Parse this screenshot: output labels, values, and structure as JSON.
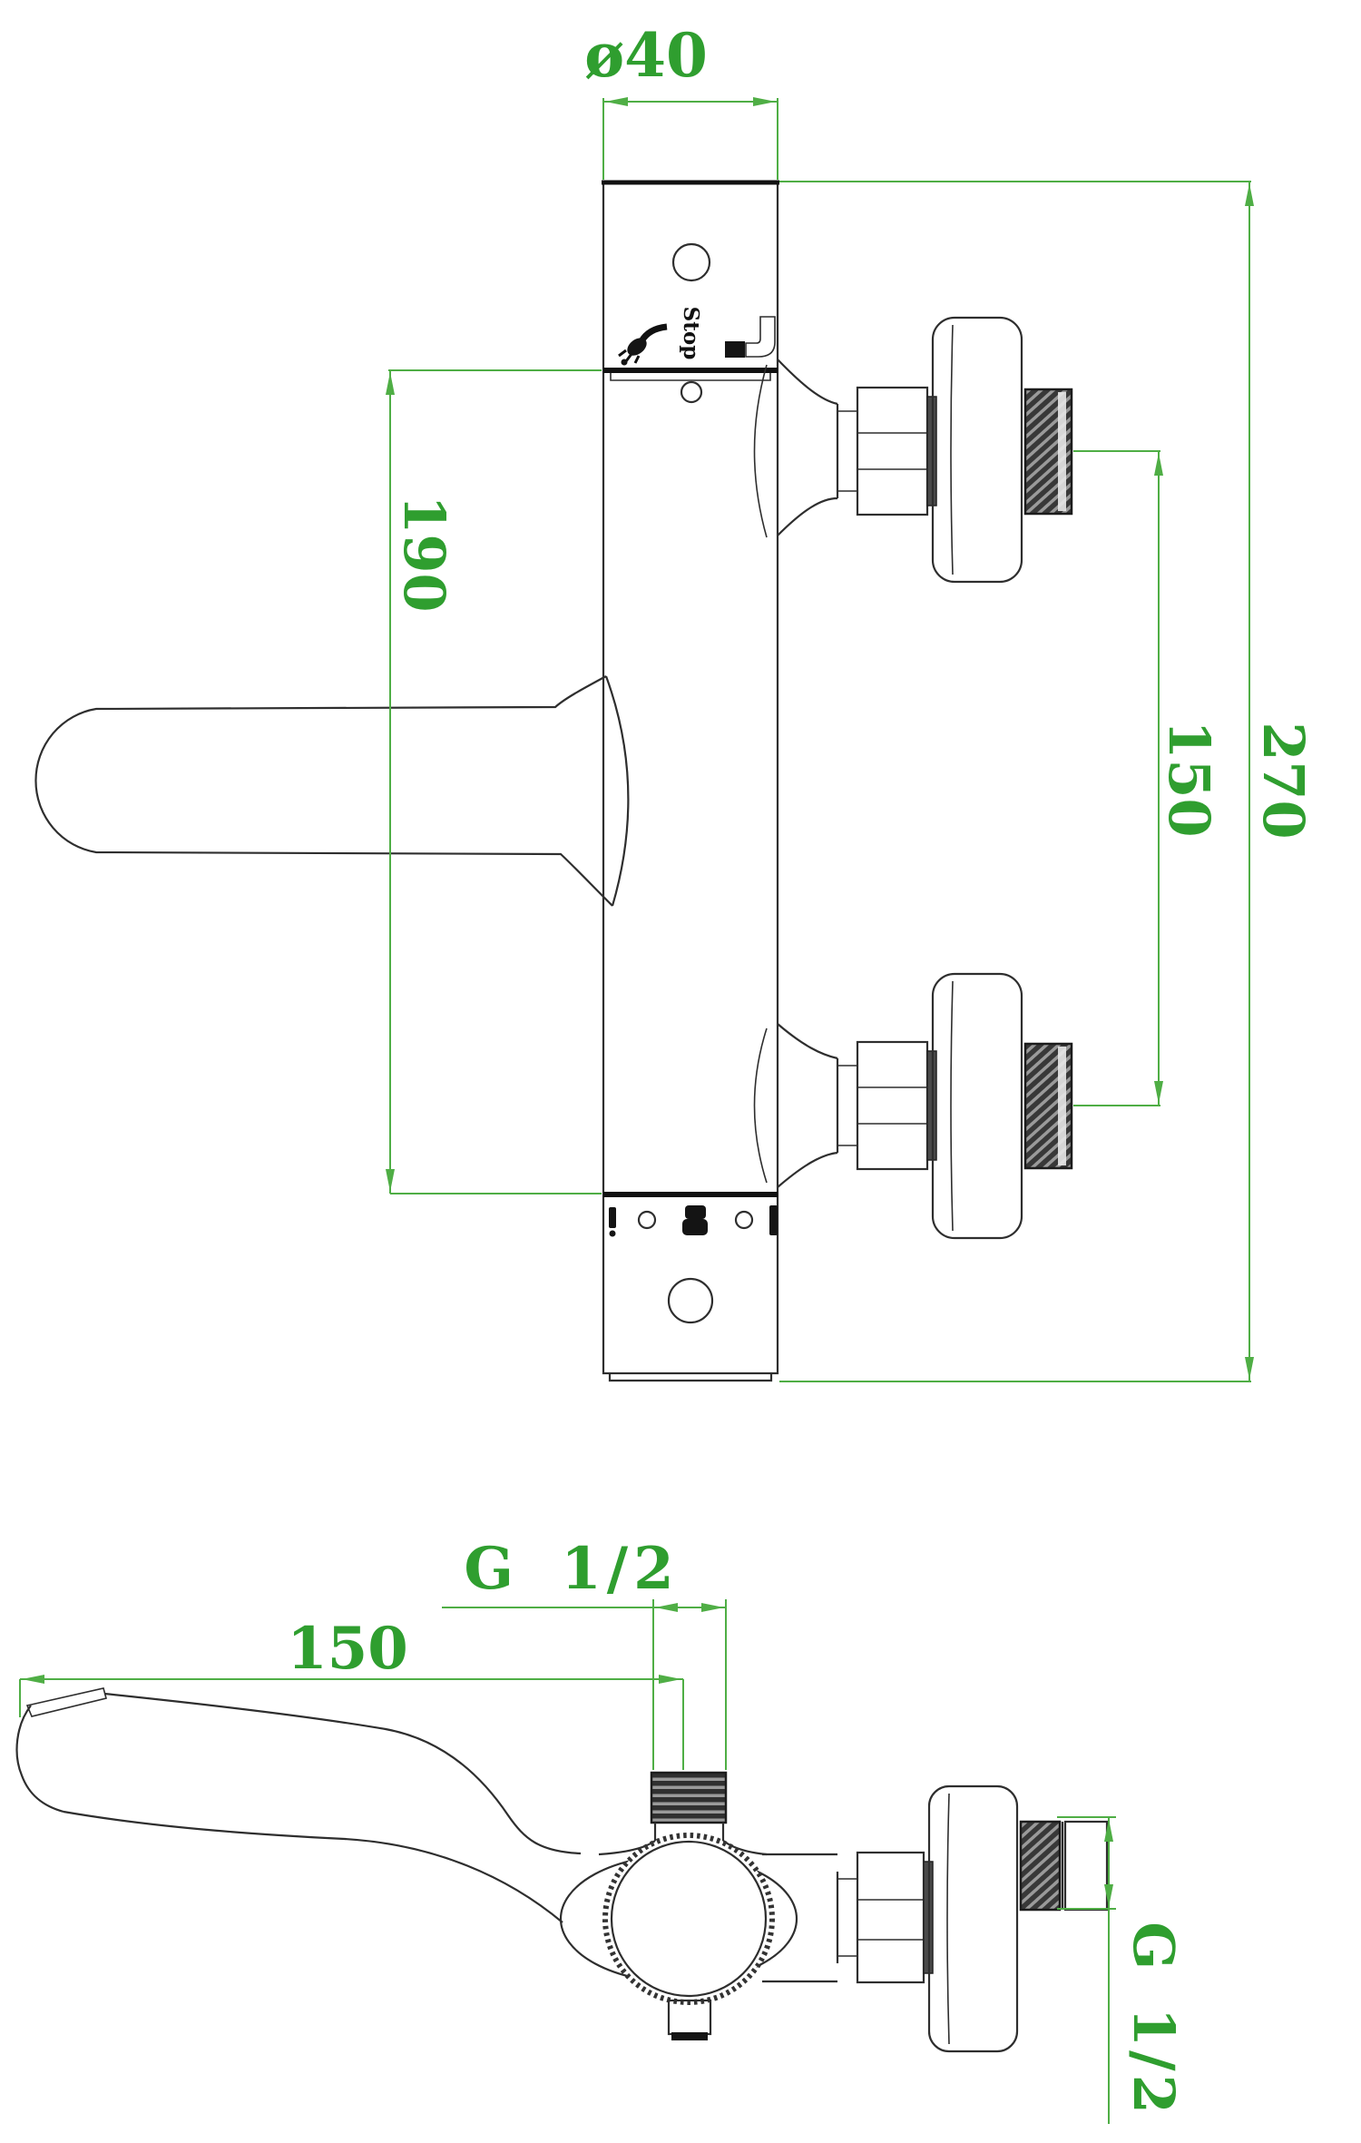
{
  "drawing": {
    "front_view": {
      "dim_diameter_top": "ø40",
      "dim_body_height": "190",
      "dim_outlet_spacing": "150",
      "dim_overall_height": "270",
      "stop_label": "Stop"
    },
    "side_view": {
      "dim_spout_reach": "150",
      "dim_thread_top": "G 1/2",
      "dim_thread_side": "G 1/2"
    },
    "colors": {
      "dimension_line": "#4fae45",
      "dimension_text": "#2f9e2f",
      "outline": "#2e2e2e",
      "background": "#ffffff"
    }
  }
}
